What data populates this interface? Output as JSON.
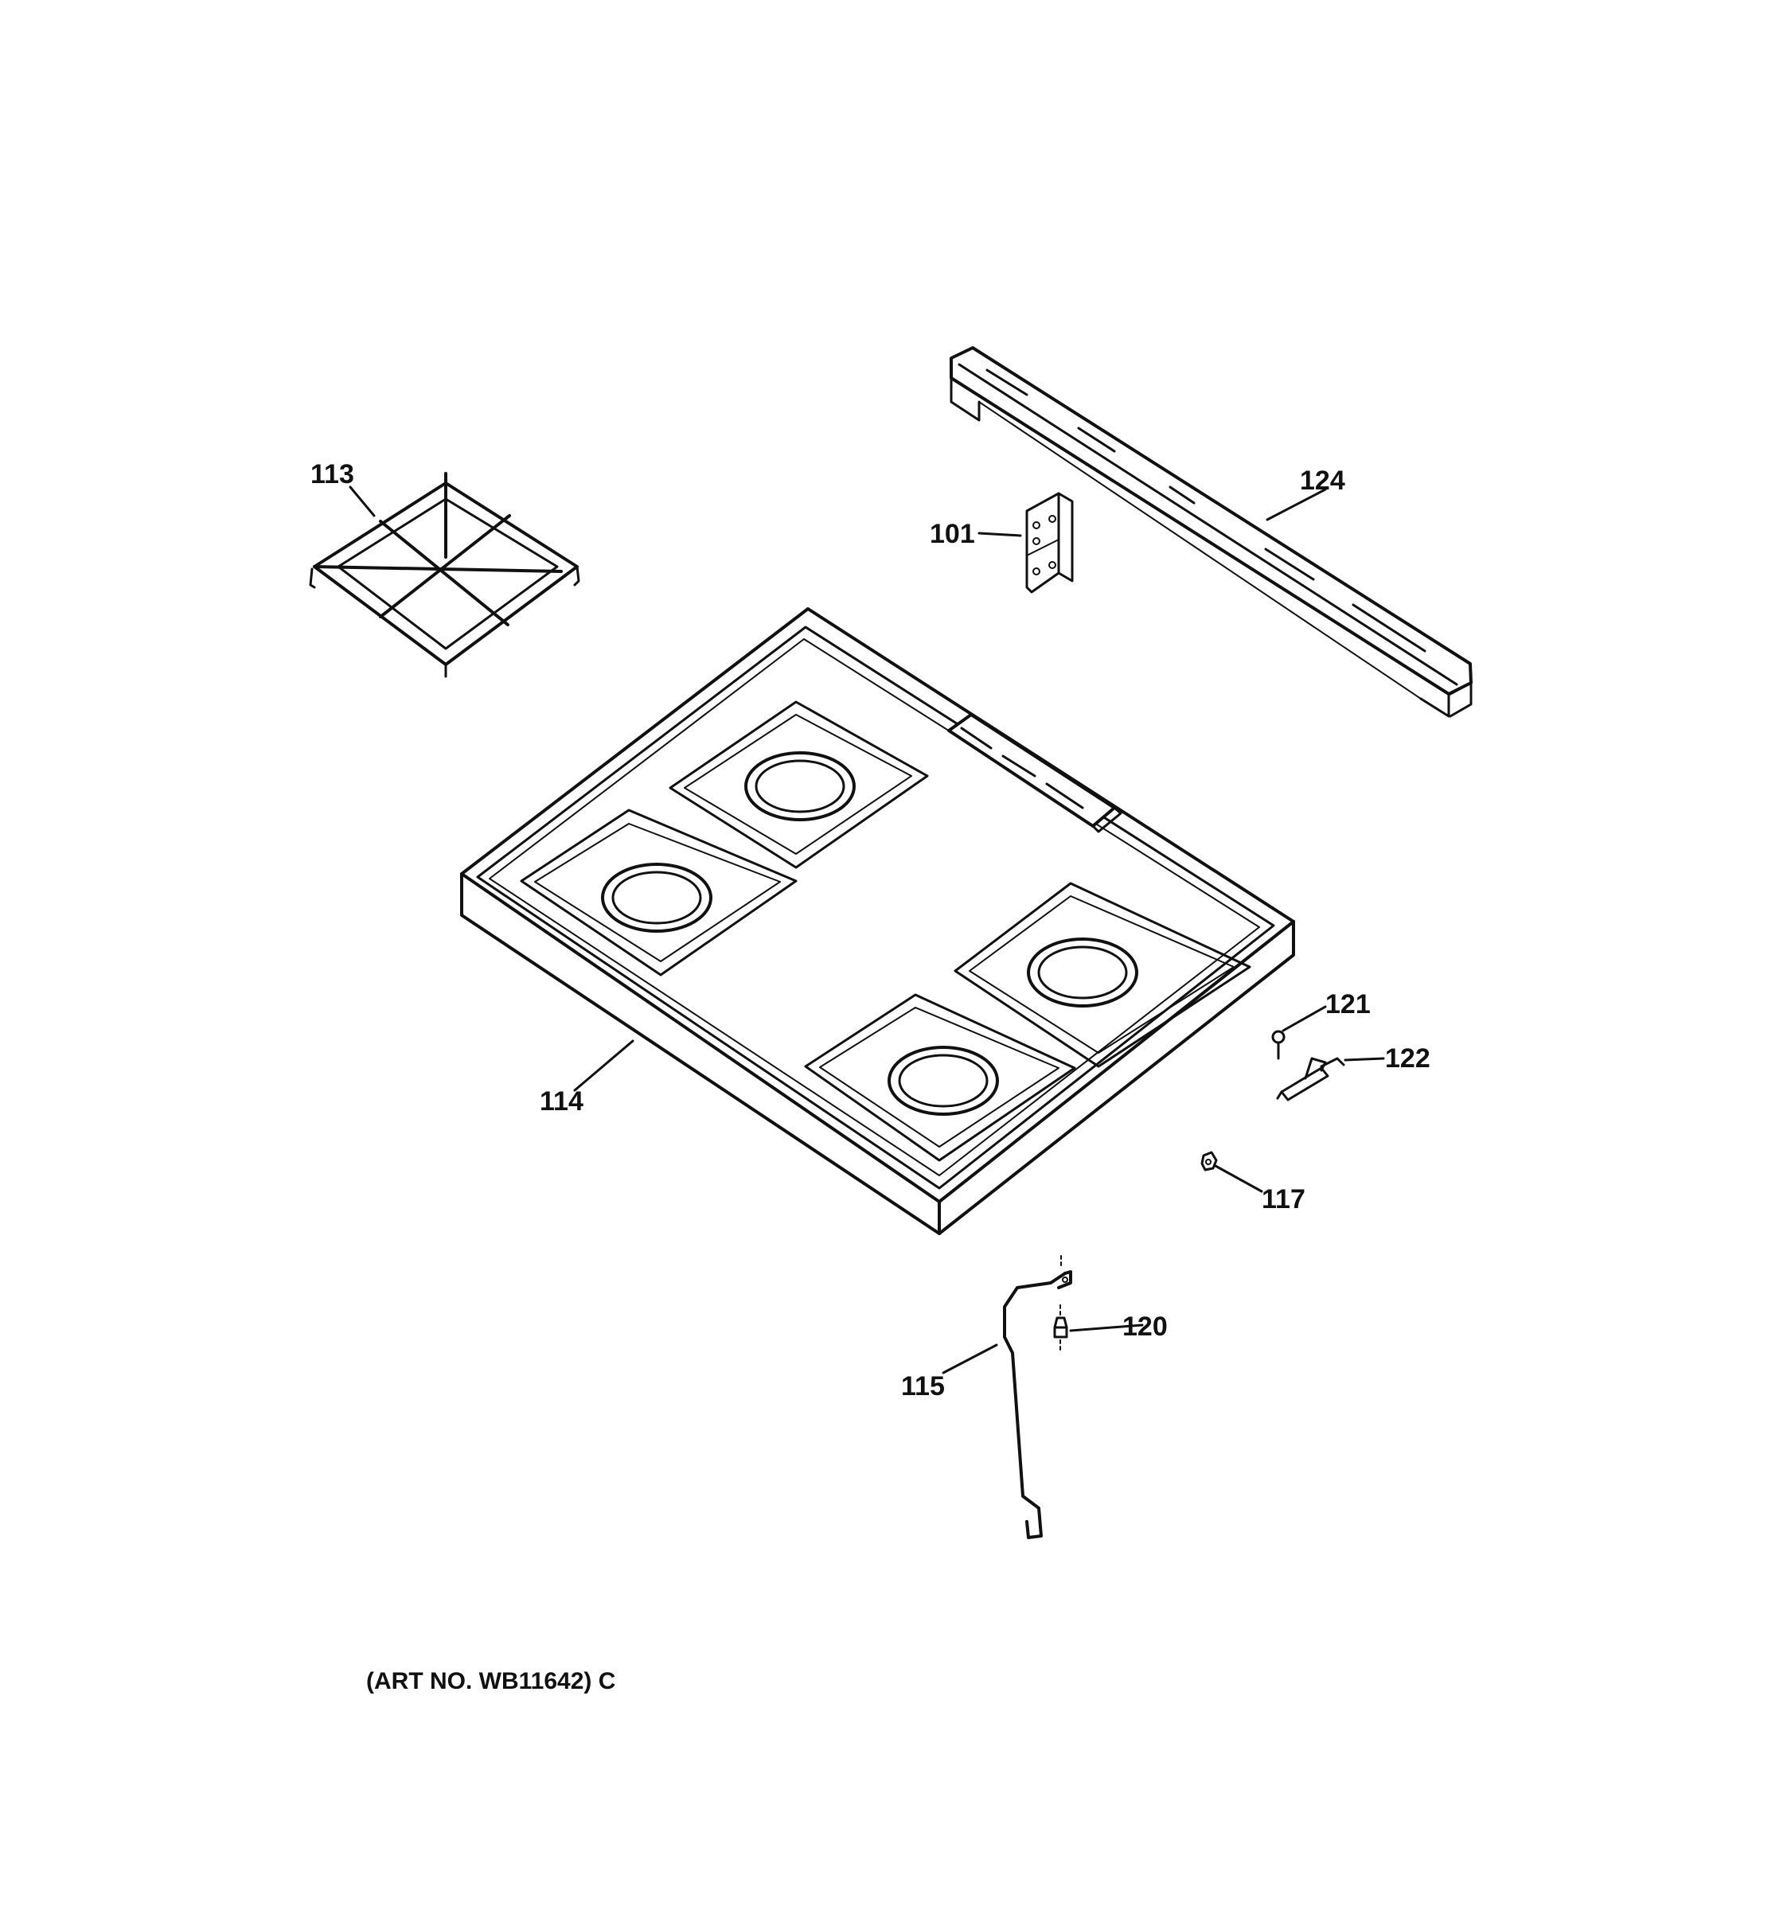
{
  "labels": {
    "p101": "101",
    "p113": "113",
    "p114": "114",
    "p115": "115",
    "p117": "117",
    "p120": "120",
    "p121": "121",
    "p122": "122",
    "p124": "124"
  },
  "art_number": "(ART NO. WB11642) C",
  "colors": {
    "line": "#111111",
    "background": "#ffffff"
  }
}
